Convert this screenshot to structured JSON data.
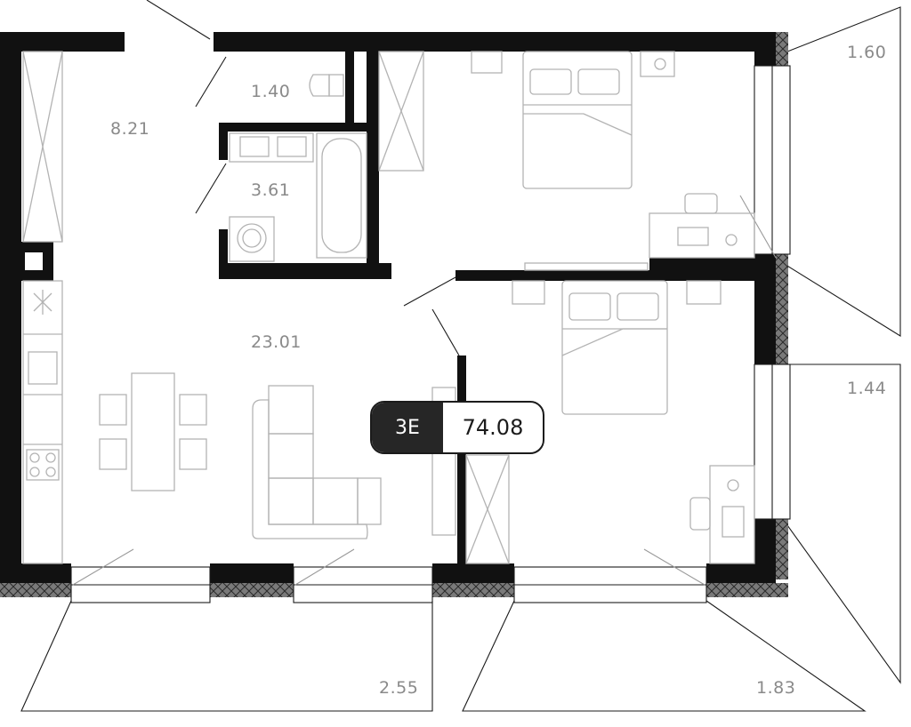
{
  "apartment": {
    "type_label": "3Е",
    "total_area": "74.08"
  },
  "rooms": [
    {
      "id": "hallway",
      "area": "8.21"
    },
    {
      "id": "toilet",
      "area": "1.40"
    },
    {
      "id": "bathroom",
      "area": "3.61"
    },
    {
      "id": "living-kitchen",
      "area": "23.01"
    }
  ],
  "balconies": [
    {
      "id": "balcony-top-right",
      "area": "1.60"
    },
    {
      "id": "balcony-right",
      "area": "1.44"
    },
    {
      "id": "balcony-bottom-left",
      "area": "2.55"
    },
    {
      "id": "balcony-bottom-right",
      "area": "1.83"
    }
  ],
  "colors": {
    "wall": "#111111",
    "furniture": "#b3b3b3",
    "label": "#8a8a8a",
    "badge_dark": "#262626"
  }
}
